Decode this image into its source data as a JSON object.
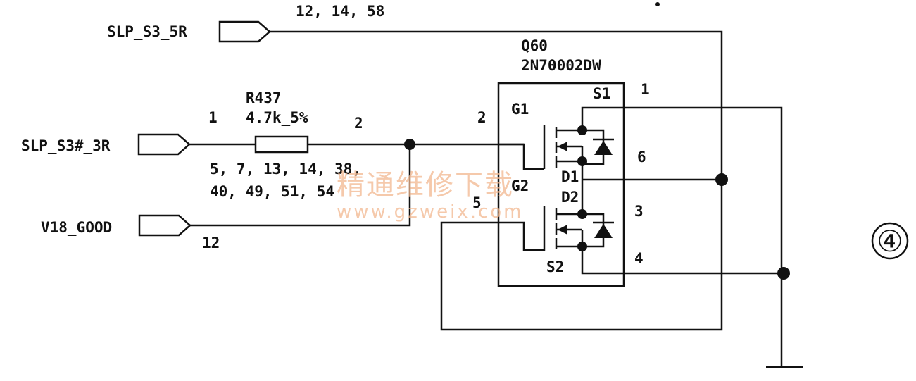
{
  "signals": {
    "slp_s3_5r": "SLP_S3_5R",
    "slp_s3_5r_refs": "12, 14, 58",
    "slp_s3_3r": "SLP_S3#_3R",
    "slp_s3_3r_refs_line1": "5, 7, 13, 14, 38,",
    "slp_s3_3r_refs_line2": "40, 49, 51, 54",
    "v18_good": "V18_GOOD",
    "v18_good_refs": "12"
  },
  "resistor": {
    "ref": "R437",
    "value": "4.7k_5%",
    "pin1": "1",
    "pin2": "2"
  },
  "transistor": {
    "ref": "Q60",
    "part": "2N70002DW",
    "g1": "G1",
    "g2": "G2",
    "s1": "S1",
    "s2": "S2",
    "d1": "D1",
    "d2": "D2",
    "pin_g1": "2",
    "pin_s1": "1",
    "pin_d1": "6",
    "pin_g2": "5",
    "pin_d2": "3",
    "pin_s2": "4"
  },
  "figure_number": "④",
  "watermark": {
    "chinese": "精通维修下载",
    "url": "www.gzweix.com"
  }
}
